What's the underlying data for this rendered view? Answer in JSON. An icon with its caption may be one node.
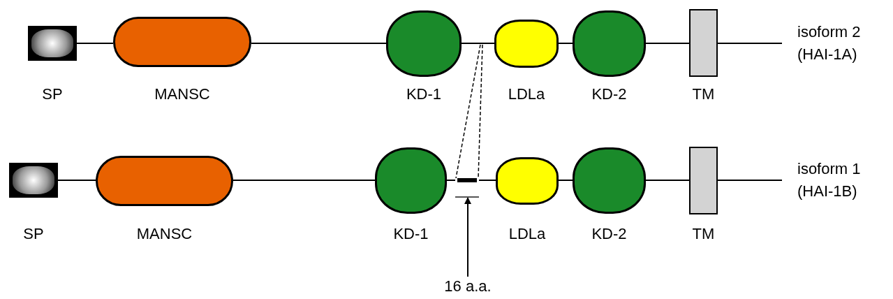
{
  "diagram": {
    "nodes": [
      {
        "text": [
          "SP"
        ]
      },
      {
        "text": [
          "MANSC"
        ]
      },
      {
        "text": [
          "KD-1"
        ]
      },
      {
        "text": [
          "LDLa"
        ]
      },
      {
        "text": [
          "KD-2"
        ]
      },
      {
        "text": [
          "TM"
        ]
      },
      {
        "text": [
          "SP"
        ]
      },
      {
        "text": [
          "MANSC"
        ]
      },
      {
        "text": [
          "KD-1"
        ]
      },
      {
        "text": [],
        "shape": "bar"
      },
      {
        "text": [
          "LDLa"
        ]
      },
      {
        "text": [
          "KD-2"
        ]
      },
      {
        "text": [
          "TM"
        ]
      },
      {
        "text": [
          "16 a.a."
        ]
      }
    ],
    "edges": [
      {
        "from": 0,
        "to": 1,
        "arrow": "none"
      },
      {
        "from": 1,
        "to": 2,
        "arrow": "none"
      },
      {
        "from": 2,
        "to": 3,
        "arrow": "none"
      },
      {
        "from": 3,
        "to": 4,
        "arrow": "none"
      },
      {
        "from": 4,
        "to": 5,
        "arrow": "none"
      },
      {
        "from": 5,
        "to": null,
        "arrow": "none"
      },
      {
        "from": 6,
        "to": 7,
        "arrow": "none"
      },
      {
        "from": 7,
        "to": 8,
        "arrow": "none"
      },
      {
        "from": 8,
        "to": 9,
        "arrow": "none"
      },
      {
        "from": 9,
        "to": 10,
        "arrow": "none"
      },
      {
        "from": 10,
        "to": 11,
        "arrow": "none"
      },
      {
        "from": 11,
        "to": 12,
        "arrow": "none"
      },
      {
        "from": 12,
        "to": null,
        "arrow": "none"
      },
      {
        "from": null,
        "to": 9,
        "arrow": "none",
        "style": "dashed"
      },
      {
        "from": null,
        "to": 9,
        "arrow": "none",
        "style": "dashed"
      },
      {
        "from": 13,
        "to": 9,
        "arrow": "to"
      }
    ],
    "labels": [
      "isoform 2 (HAI-1A)",
      "isoform 1 (HAI-1B)"
    ]
  }
}
